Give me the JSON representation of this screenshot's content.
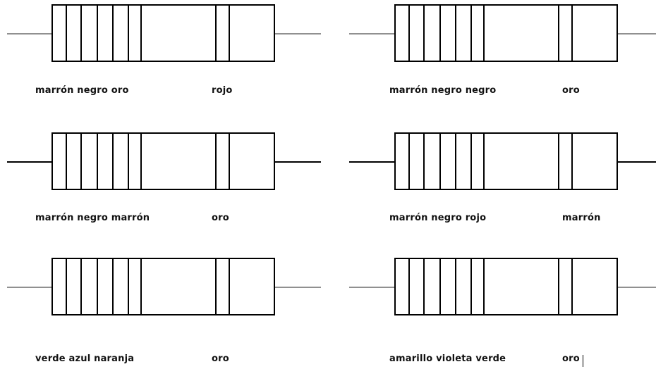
{
  "colors": {
    "lead_gray": "#909090",
    "lead_black": "#000000",
    "outline": "#000000",
    "text": "#111111"
  },
  "resistors": [
    {
      "digits_label": "marrón negro oro",
      "tolerance_label": "rojo",
      "lead_color": "#909090"
    },
    {
      "digits_label": "marrón negro negro",
      "tolerance_label": "oro",
      "lead_color": "#909090"
    },
    {
      "digits_label": "marrón negro marrón",
      "tolerance_label": "oro",
      "lead_color": "#000000"
    },
    {
      "digits_label": "marrón negro rojo",
      "tolerance_label": "marrón",
      "lead_color": "#000000"
    },
    {
      "digits_label": "verde azul naranja",
      "tolerance_label": "oro",
      "lead_color": "#909090"
    },
    {
      "digits_label": "amarillo violeta verde",
      "tolerance_label": "oro",
      "lead_color": "#909090"
    }
  ]
}
